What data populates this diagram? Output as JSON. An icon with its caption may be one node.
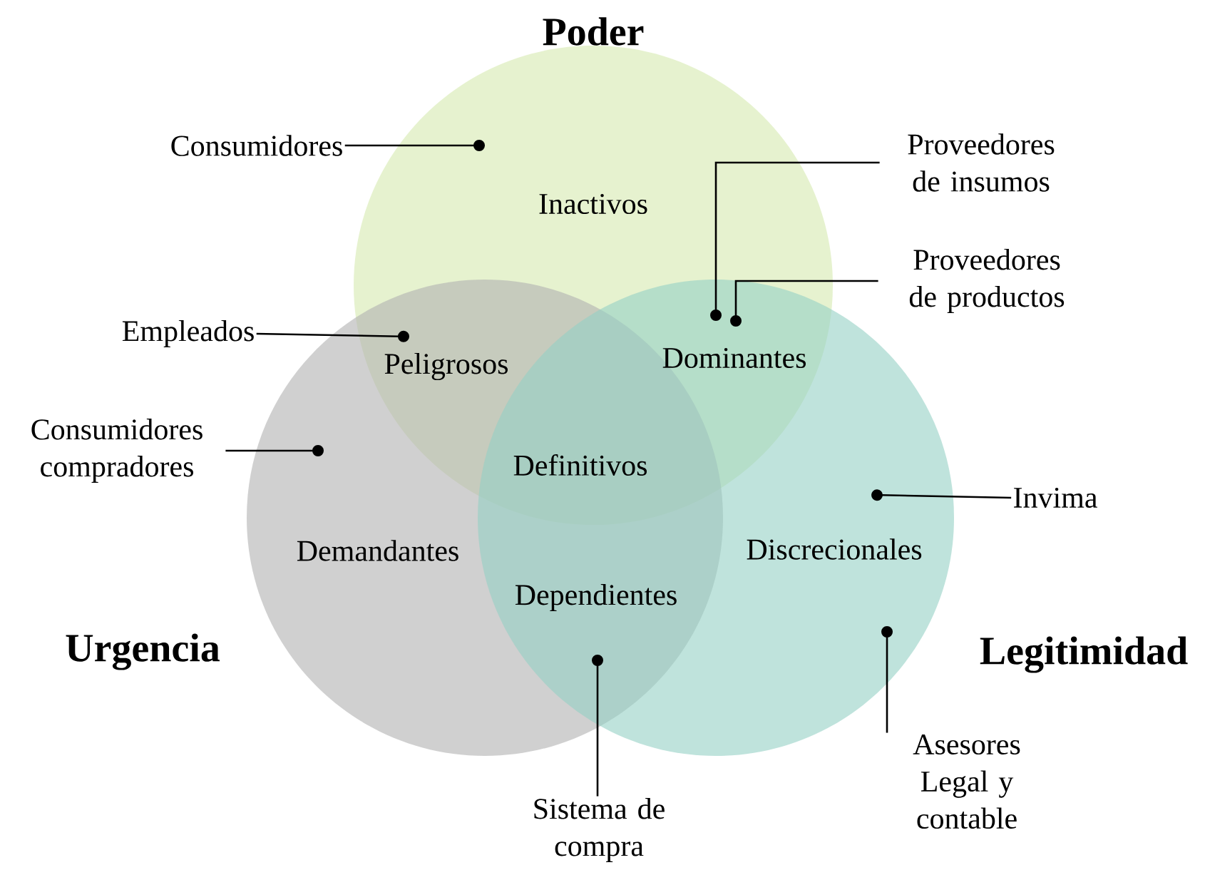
{
  "diagram": {
    "nodes": [
      {
        "text": [
          "Poder"
        ]
      },
      {
        "text": [
          "Urgencia"
        ]
      },
      {
        "text": [
          "Legitimidad"
        ]
      },
      {
        "text": [
          "Consumidores"
        ]
      },
      {
        "text": [
          "Proveedores de insumos"
        ]
      },
      {
        "text": [
          "Proveedores de productos"
        ]
      },
      {
        "text": [
          "Empleados"
        ]
      },
      {
        "text": [
          "Consumidores compradores"
        ]
      },
      {
        "text": [
          "Invima"
        ]
      },
      {
        "text": [
          "Asesores Legal y contable"
        ]
      },
      {
        "text": [
          "Sistema de compra"
        ]
      }
    ],
    "edges": [
      {
        "from": 3,
        "to": 0,
        "arrow": "other"
      },
      {
        "from": 4,
        "to": 2,
        "arrow": "other"
      },
      {
        "from": 5,
        "to": 2,
        "arrow": "other"
      },
      {
        "from": 6,
        "to": 1,
        "arrow": "other"
      },
      {
        "from": 7,
        "to": 1,
        "arrow": "other"
      },
      {
        "from": 8,
        "to": 2,
        "arrow": "other"
      },
      {
        "from": 9,
        "to": 2,
        "arrow": "other"
      },
      {
        "from": 10,
        "to": 1,
        "arrow": "other"
      }
    ],
    "labels": [
      "Inactivos",
      "Dominantes",
      "Peligrosos",
      "Definitivos",
      "Discrecionales",
      "Demandantes",
      "Dependientes"
    ]
  }
}
